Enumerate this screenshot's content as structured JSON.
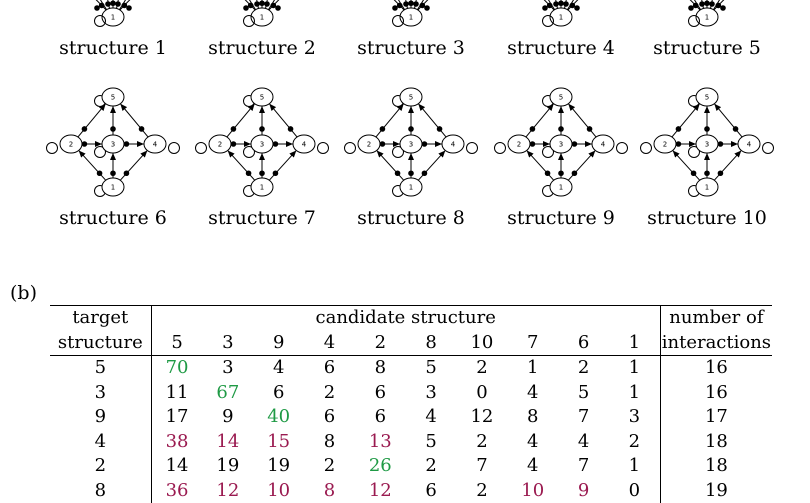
{
  "panel_label": "(b)",
  "structures_top": [
    {
      "caption": "structure 1"
    },
    {
      "caption": "structure 2"
    },
    {
      "caption": "structure 3"
    },
    {
      "caption": "structure 4"
    },
    {
      "caption": "structure 5"
    }
  ],
  "structures_bottom": [
    {
      "caption": "structure 6"
    },
    {
      "caption": "structure 7"
    },
    {
      "caption": "structure 8"
    },
    {
      "caption": "structure 9"
    },
    {
      "caption": "structure 10"
    }
  ],
  "node_labels": [
    "1",
    "2",
    "3",
    "4",
    "5"
  ],
  "table": {
    "col1_header": [
      "target",
      "structure"
    ],
    "group_header": "candidate structure",
    "last_header": [
      "number of",
      "interactions"
    ],
    "candidates": [
      "5",
      "3",
      "9",
      "4",
      "2",
      "8",
      "10",
      "7",
      "6",
      "1"
    ],
    "rows": [
      {
        "target": "5",
        "values": [
          "70",
          "3",
          "4",
          "6",
          "8",
          "5",
          "2",
          "1",
          "2",
          "1"
        ],
        "colors": [
          "g",
          "",
          "",
          "",
          "",
          "",
          "",
          "",
          "",
          ""
        ],
        "interactions": "16"
      },
      {
        "target": "3",
        "values": [
          "11",
          "67",
          "6",
          "2",
          "6",
          "3",
          "0",
          "4",
          "5",
          "1"
        ],
        "colors": [
          "",
          "g",
          "",
          "",
          "",
          "",
          "",
          "",
          "",
          ""
        ],
        "interactions": "16"
      },
      {
        "target": "9",
        "values": [
          "17",
          "9",
          "40",
          "6",
          "6",
          "4",
          "12",
          "8",
          "7",
          "3"
        ],
        "colors": [
          "",
          "",
          "g",
          "",
          "",
          "",
          "",
          "",
          "",
          ""
        ],
        "interactions": "17"
      },
      {
        "target": "4",
        "values": [
          "38",
          "14",
          "15",
          "8",
          "13",
          "5",
          "2",
          "4",
          "4",
          "2"
        ],
        "colors": [
          "r",
          "r",
          "r",
          "",
          "r",
          "",
          "",
          "",
          "",
          ""
        ],
        "interactions": "18"
      },
      {
        "target": "2",
        "values": [
          "14",
          "19",
          "19",
          "2",
          "26",
          "2",
          "7",
          "4",
          "7",
          "1"
        ],
        "colors": [
          "",
          "",
          "",
          "",
          "g",
          "",
          "",
          "",
          "",
          ""
        ],
        "interactions": "18"
      },
      {
        "target": "8",
        "values": [
          "36",
          "12",
          "10",
          "8",
          "12",
          "6",
          "2",
          "10",
          "9",
          "0"
        ],
        "colors": [
          "r",
          "r",
          "r",
          "r",
          "r",
          "",
          "",
          "r",
          "r",
          ""
        ],
        "interactions": "19"
      }
    ]
  }
}
